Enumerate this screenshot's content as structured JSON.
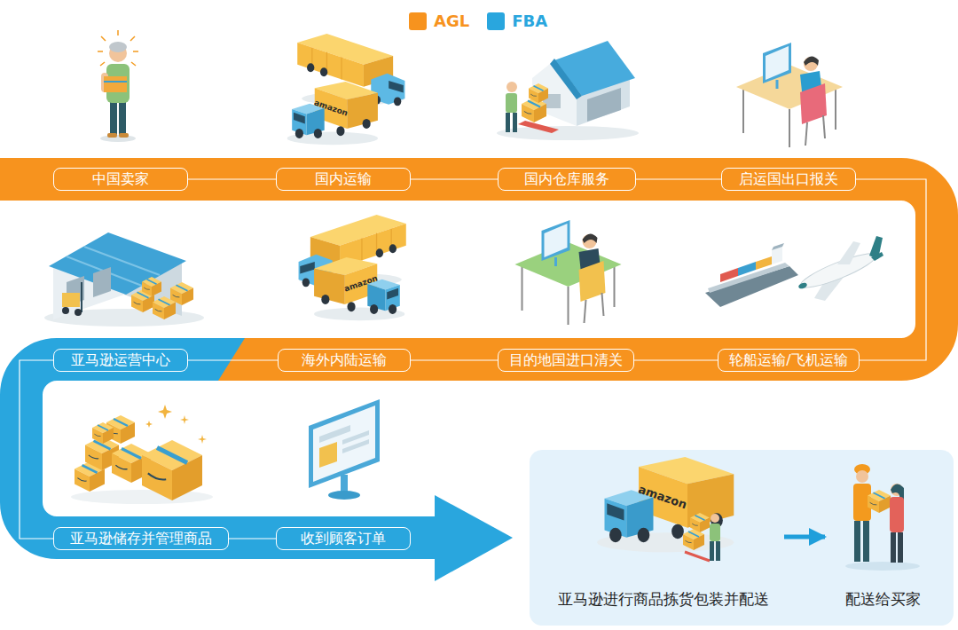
{
  "diagram": {
    "nodes": [
      {
        "text": [
          "中国卖家"
        ]
      },
      {
        "text": [
          "国内运输"
        ]
      },
      {
        "text": [
          "国内仓库服务"
        ]
      },
      {
        "text": [
          "启运国出口报关"
        ]
      },
      {
        "text": [
          "轮船运输/飞机运输"
        ]
      },
      {
        "text": [
          "目的地国进口清关"
        ]
      },
      {
        "text": [
          "海外内陆运输"
        ]
      },
      {
        "text": [
          "亚马逊运营中心"
        ]
      },
      {
        "text": [
          "亚马逊储存并管理商品"
        ]
      },
      {
        "text": [
          "收到顾客订单"
        ]
      },
      {
        "text": [
          "亚马逊进行商品拣货包装并配送"
        ]
      },
      {
        "text": [
          "配送给买家"
        ]
      }
    ],
    "edges": [
      {
        "from": 0,
        "to": 1,
        "arrow": "none"
      },
      {
        "from": 1,
        "to": 2,
        "arrow": "none"
      },
      {
        "from": 2,
        "to": 3,
        "arrow": "none"
      },
      {
        "from": 3,
        "to": 4,
        "arrow": "none"
      },
      {
        "from": 4,
        "to": 5,
        "arrow": "none"
      },
      {
        "from": 5,
        "to": 6,
        "arrow": "none"
      },
      {
        "from": 6,
        "to": 7,
        "arrow": "none"
      },
      {
        "from": 7,
        "to": 8,
        "arrow": "none"
      },
      {
        "from": 8,
        "to": 9,
        "arrow": "none"
      },
      {
        "from": 10,
        "to": 11,
        "arrow": "to"
      }
    ],
    "labels": [
      "amazon",
      "amazon",
      "amazon"
    ],
    "legend": [
      {
        "text": "AGL",
        "color": "#f7931e"
      },
      {
        "text": "FBA",
        "color": "#29a6de"
      }
    ]
  }
}
